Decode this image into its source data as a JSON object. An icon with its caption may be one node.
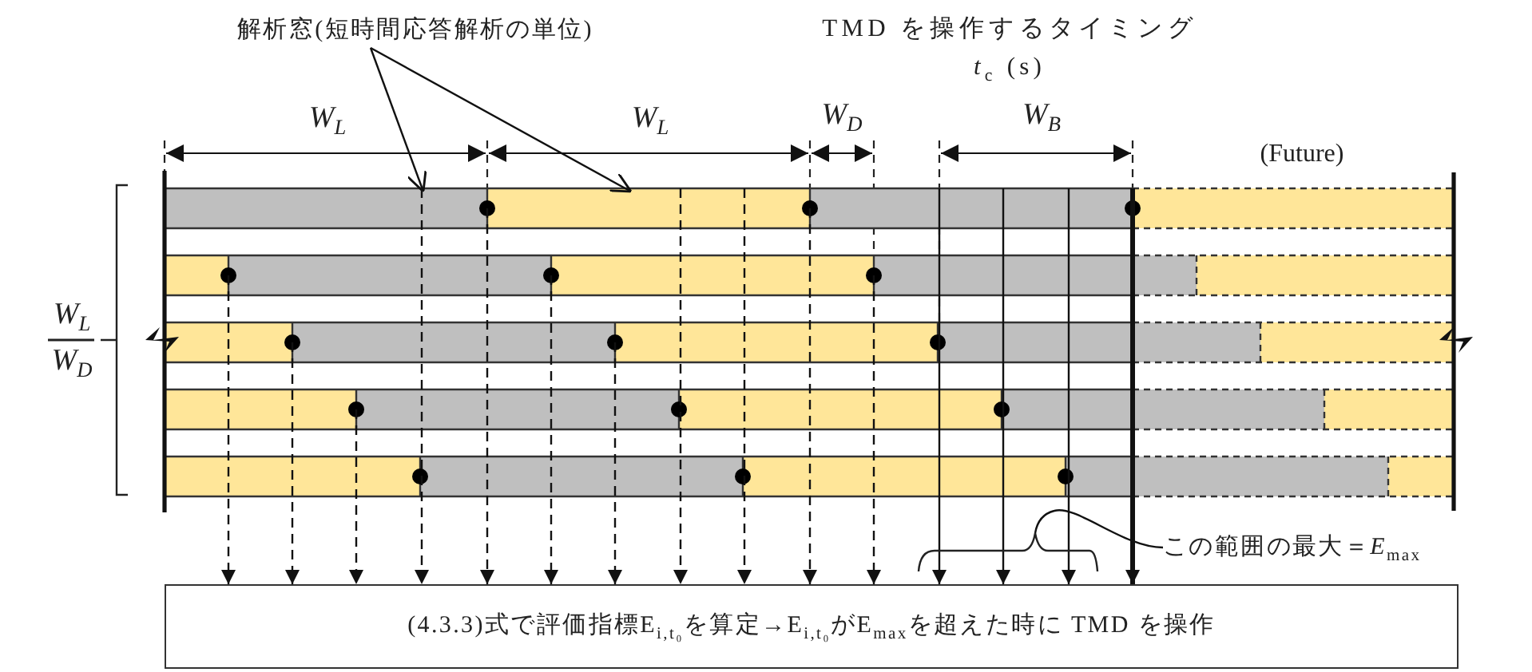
{
  "diagram": {
    "nodes": [
      {
        "text": [
          "解析窓(短時間応答解析の単位)"
        ]
      },
      {
        "text": [
          "(4.3.3)式で評価指標E$_{i,t₀}$を算定→E$_{i,t₀}$がE$_{max}$を超えた時に TMD を操作"
        ]
      },
      {
        "text": [
          "この範囲の最大＝*E*$_{max}$"
        ]
      },
      {
        "text": [],
        "shape": "brace"
      }
    ],
    "edges": [
      {
        "from": 0,
        "to": null,
        "arrow": "to"
      },
      {
        "from": 0,
        "to": null,
        "arrow": "to"
      },
      {
        "from": null,
        "to": 1,
        "arrow": "to",
        "style": "dashed"
      },
      {
        "from": null,
        "to": 1,
        "arrow": "to",
        "style": "dashed"
      },
      {
        "from": null,
        "to": 1,
        "arrow": "to",
        "style": "dashed"
      },
      {
        "from": null,
        "to": 1,
        "arrow": "to",
        "style": "dashed"
      },
      {
        "from": null,
        "to": 1,
        "arrow": "to",
        "style": "dashed"
      },
      {
        "from": null,
        "to": 1,
        "arrow": "to",
        "style": "dashed"
      },
      {
        "from": null,
        "to": 1,
        "arrow": "to",
        "style": "dashed"
      },
      {
        "from": null,
        "to": 1,
        "arrow": "to",
        "style": "dashed"
      },
      {
        "from": null,
        "to": 1,
        "arrow": "to",
        "style": "dashed"
      },
      {
        "from": null,
        "to": 1,
        "arrow": "to",
        "style": "dashed"
      },
      {
        "from": null,
        "to": 1,
        "arrow": "to",
        "style": "dashed"
      },
      {
        "from": null,
        "to": 1,
        "arrow": "to"
      },
      {
        "from": null,
        "to": 1,
        "arrow": "to"
      },
      {
        "from": null,
        "to": 1,
        "arrow": "to"
      },
      {
        "from": null,
        "to": 1,
        "arrow": "to",
        "style": "thick"
      },
      {
        "from": 2,
        "to": 3,
        "arrow": "none"
      }
    ],
    "labels": [
      "TMD を操作するタイミング",
      "*t*$_{c}$ (s)",
      "W$_{L}$",
      "W$_{L}$",
      "W$_{D}$",
      "W$_{B}$",
      "(Future)",
      "W$_{L}$",
      "W$_{D}$"
    ]
  }
}
